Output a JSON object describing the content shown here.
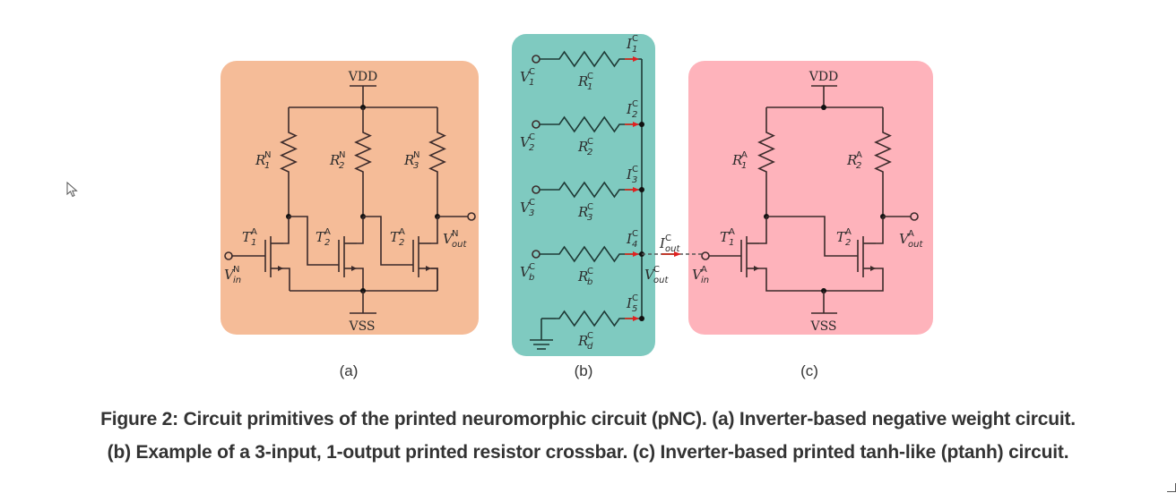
{
  "figure": {
    "number": "Figure 2",
    "caption_line1": "Figure 2: Circuit primitives of the printed neuromorphic circuit (pNC). (a) Inverter-based negative weight circuit.",
    "caption_line2": "(b) Example of a 3-input, 1-output printed resistor crossbar. (c) Inverter-based printed tanh-like (ptanh) circuit."
  },
  "panels": {
    "a": {
      "label": "(a)",
      "title": "Inverter-based negative weight circuit",
      "background": "#f5bc98",
      "vdd": "VDD",
      "vss": "VSS",
      "resistors": [
        {
          "base": "R",
          "sup": "N",
          "sub": "1"
        },
        {
          "base": "R",
          "sup": "N",
          "sub": "2"
        },
        {
          "base": "R",
          "sup": "N",
          "sub": "3"
        }
      ],
      "transistors": [
        {
          "base": "T",
          "sup": "A",
          "sub": "1"
        },
        {
          "base": "T",
          "sup": "A",
          "sub": "2"
        },
        {
          "base": "T",
          "sup": "A",
          "sub": "2"
        }
      ],
      "input": {
        "base": "V",
        "sup": "N",
        "sub": "in"
      },
      "output": {
        "base": "V",
        "sup": "N",
        "sub": "out"
      }
    },
    "b": {
      "label": "(b)",
      "title": "3-input, 1-output printed resistor crossbar",
      "background": "#7fcac0",
      "current_color": "#c0392b",
      "rows": [
        {
          "v": {
            "base": "V",
            "sup": "C",
            "sub": "1"
          },
          "r": {
            "base": "R",
            "sup": "C",
            "sub": "1"
          },
          "i": {
            "base": "I",
            "sup": "C",
            "sub": "1"
          }
        },
        {
          "v": {
            "base": "V",
            "sup": "C",
            "sub": "2"
          },
          "r": {
            "base": "R",
            "sup": "C",
            "sub": "2"
          },
          "i": {
            "base": "I",
            "sup": "C",
            "sub": "2"
          }
        },
        {
          "v": {
            "base": "V",
            "sup": "C",
            "sub": "3"
          },
          "r": {
            "base": "R",
            "sup": "C",
            "sub": "3"
          },
          "i": {
            "base": "I",
            "sup": "C",
            "sub": "3"
          }
        },
        {
          "v": {
            "base": "V",
            "sup": "C",
            "sub": "b"
          },
          "r": {
            "base": "R",
            "sup": "C",
            "sub": "b"
          },
          "i": {
            "base": "I",
            "sup": "C",
            "sub": "4"
          }
        },
        {
          "v": null,
          "r": {
            "base": "R",
            "sup": "C",
            "sub": "d"
          },
          "i": {
            "base": "I",
            "sup": "C",
            "sub": "5"
          }
        }
      ],
      "output_voltage": {
        "base": "V",
        "sup": "C",
        "sub": "out"
      },
      "output_current": {
        "base": "I",
        "sup": "C",
        "sub": "out"
      }
    },
    "c": {
      "label": "(c)",
      "title": "Inverter-based printed tanh-like (ptanh) circuit",
      "background": "#feb3bb",
      "vdd": "VDD",
      "vss": "VSS",
      "resistors": [
        {
          "base": "R",
          "sup": "A",
          "sub": "1"
        },
        {
          "base": "R",
          "sup": "A",
          "sub": "2"
        }
      ],
      "transistors": [
        {
          "base": "T",
          "sup": "A",
          "sub": "1"
        },
        {
          "base": "T",
          "sup": "A",
          "sub": "2"
        }
      ],
      "input": {
        "base": "V",
        "sup": "A",
        "sub": "in"
      },
      "output": {
        "base": "V",
        "sup": "A",
        "sub": "out"
      }
    }
  },
  "icons": {
    "cursor": "mouse-pointer-arrow-icon"
  }
}
